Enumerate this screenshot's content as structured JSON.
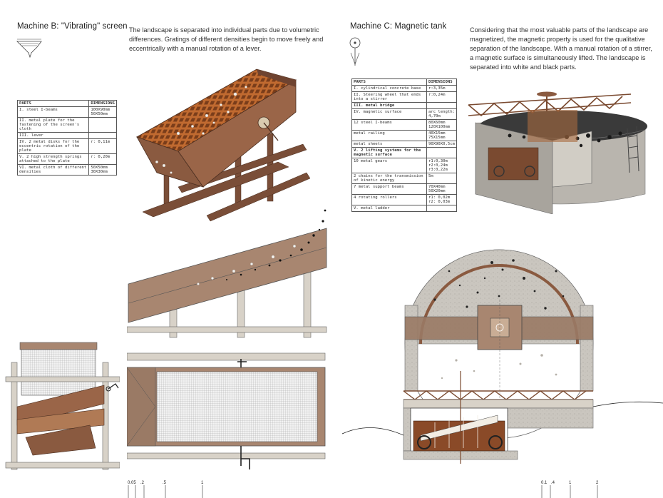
{
  "machine_b": {
    "title": "Machine B: \"Vibrating\" screen",
    "description": "The landscape is separated into individual parts due to volumetric differences. Gratings of different densities begin to move freely and eccentrically with a manual rotation of a lever.",
    "table": {
      "header": [
        "PARTS",
        "DIMENSIONS"
      ],
      "rows": [
        [
          "I. steel I-beams",
          "100X90mm\n50X50mm"
        ],
        [
          "II. metal plate for the fastening of the screen's cloth",
          ""
        ],
        [
          "III. lever",
          ""
        ],
        [
          "IV. 2 metal disks for the eccentric rotation of the plate",
          "r: 0,11m"
        ],
        [
          "V. 2 high strength springs attached to the plate",
          "r: 0,20m"
        ],
        [
          "VI. metal cloth of different densities",
          "50X50mm\n30X30mm"
        ]
      ]
    },
    "scale": [
      "0.05",
      ".2",
      ".5",
      "1"
    ]
  },
  "machine_c": {
    "title": "Machine C: Magnetic tank",
    "description": "Considering that the most valuable parts of the landscape are magnetized, the magnetic property is used for the qualitative separation of the landscape. With a manual rotation of a stirrer, a magnetic surface is simultaneously lifted. The landscape is separated into white and black parts.",
    "table": {
      "header": [
        "PARTS",
        "DIMENSIONS"
      ],
      "rows": [
        [
          "I. cylindrical concrete base",
          "r:3,35m"
        ],
        [
          "II. Steering wheel that ends into a stirrer",
          "r:0,24m"
        ],
        [
          "III. metal bridge",
          ""
        ],
        [
          "IV. magnetic surface",
          "arc length:\n4,70m"
        ],
        [
          "12 steel I-beams",
          "80X60mm\n120X100mm"
        ],
        [
          "metal railing",
          "40X15mm\n75X15mm"
        ],
        [
          "metal sheets",
          "90X90X0,5cm"
        ],
        [
          "V. 2 lifting systems for the magnetic surface",
          ""
        ],
        [
          "10 metal gears",
          "r1:0,30m\nr2:0,24m\nr3:0,22m"
        ],
        [
          "2 chains for the transmission of kinetic energy",
          "5m"
        ],
        [
          "7 metal support beams",
          "70X40mm\n50X20mm"
        ],
        [
          "4 rotating rollers",
          "r1: 0,02m\nr2: 0,03m"
        ],
        [
          "V. metal ladder",
          ""
        ]
      ]
    },
    "scale": [
      "0.1",
      ".4",
      "1",
      "2"
    ]
  },
  "colors": {
    "rust": "#8a5a40",
    "rust_light": "#b07a55",
    "concrete": "#c9c6c0",
    "concrete_dark": "#8e8b86",
    "copper": "#b8723f",
    "line": "#333333"
  }
}
